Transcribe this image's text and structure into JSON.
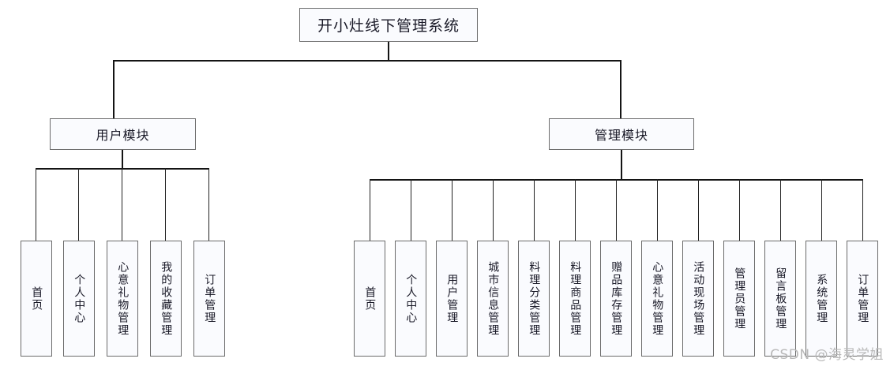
{
  "diagram": {
    "type": "tree",
    "root": {
      "label": "开小灶线下管理系统"
    },
    "branches": [
      {
        "label": "用户模块",
        "children": [
          {
            "label": "首页"
          },
          {
            "label": "个人中心"
          },
          {
            "label": "心意礼物管理"
          },
          {
            "label": "我的收藏管理"
          },
          {
            "label": "订单管理"
          }
        ]
      },
      {
        "label": "管理模块",
        "children": [
          {
            "label": "首页"
          },
          {
            "label": "个人中心"
          },
          {
            "label": "用户管理"
          },
          {
            "label": "城市信息管理"
          },
          {
            "label": "料理分类管理"
          },
          {
            "label": "料理商品管理"
          },
          {
            "label": "赠品库存管理"
          },
          {
            "label": "心意礼物管理"
          },
          {
            "label": "活动现场管理"
          },
          {
            "label": "管理员管理"
          },
          {
            "label": "留言板管理"
          },
          {
            "label": "系统管理"
          },
          {
            "label": "订单管理"
          }
        ]
      }
    ]
  },
  "watermark": {
    "text": "CSDN @海灵学姐"
  },
  "colors": {
    "line": "#141414",
    "box_border": "#6b6b6b",
    "box_fill": "#fafbfe",
    "text": "#1a1a28",
    "watermark": "#b9b9b9",
    "background": "#ffffff"
  }
}
